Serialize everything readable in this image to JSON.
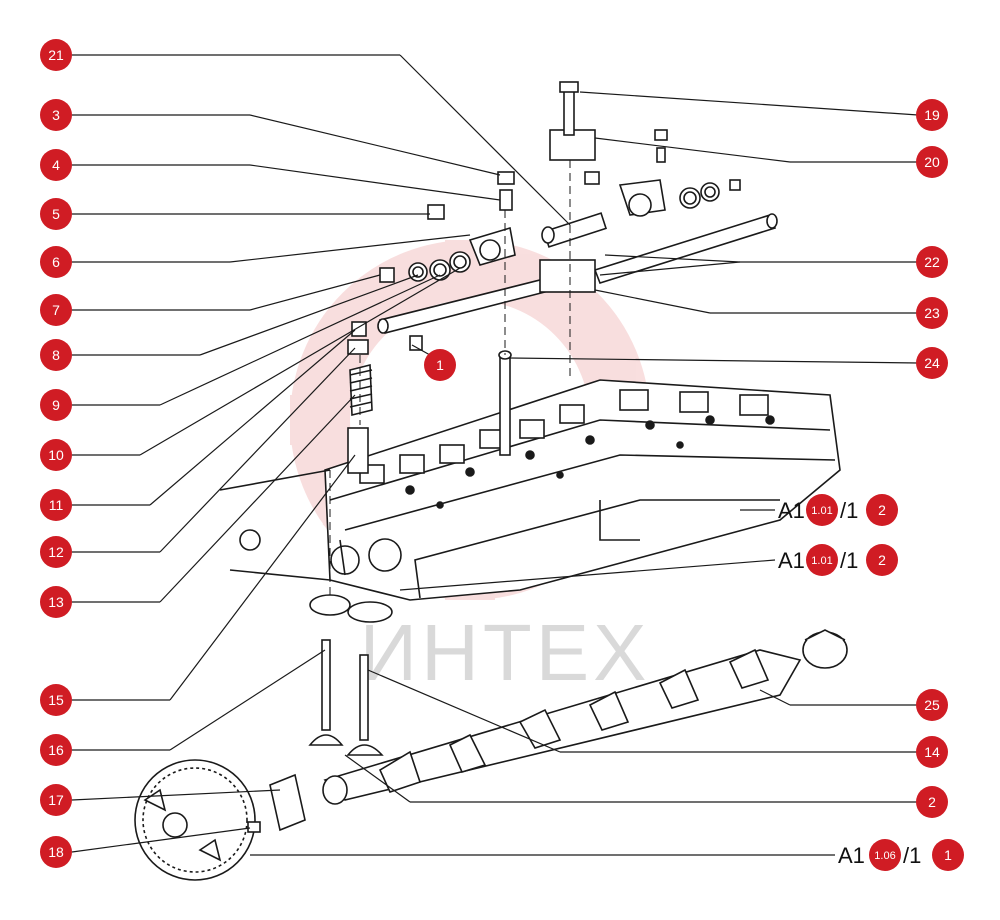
{
  "palette": {
    "badge": "#d01c24",
    "ink": "#1a1a1a",
    "watermark": "#f4c4c4",
    "watermark_text": "#d9d9d9"
  },
  "watermark": {
    "text": "ИНТЕХ",
    "kind": "gear-logo"
  },
  "callouts": [
    {
      "label": "21"
    },
    {
      "label": "3"
    },
    {
      "label": "4"
    },
    {
      "label": "5"
    },
    {
      "label": "6"
    },
    {
      "label": "7"
    },
    {
      "label": "8"
    },
    {
      "label": "9"
    },
    {
      "label": "10"
    },
    {
      "label": "11"
    },
    {
      "label": "12"
    },
    {
      "label": "13"
    },
    {
      "label": "15"
    },
    {
      "label": "16"
    },
    {
      "label": "17"
    },
    {
      "label": "18"
    },
    {
      "label": "19"
    },
    {
      "label": "20"
    },
    {
      "label": "22"
    },
    {
      "label": "23"
    },
    {
      "label": "24"
    },
    {
      "label": "25"
    },
    {
      "label": "14"
    },
    {
      "label": "2"
    },
    {
      "label": "1"
    },
    {
      "label": "2"
    },
    {
      "label": "2"
    },
    {
      "label": "1"
    }
  ],
  "references": [
    {
      "prefix": "A1",
      "code": "1.01",
      "suffix": "/1"
    },
    {
      "prefix": "A1",
      "code": "1.01",
      "suffix": "/1"
    },
    {
      "prefix": "A1",
      "code": "1.06",
      "suffix": "/1"
    }
  ]
}
